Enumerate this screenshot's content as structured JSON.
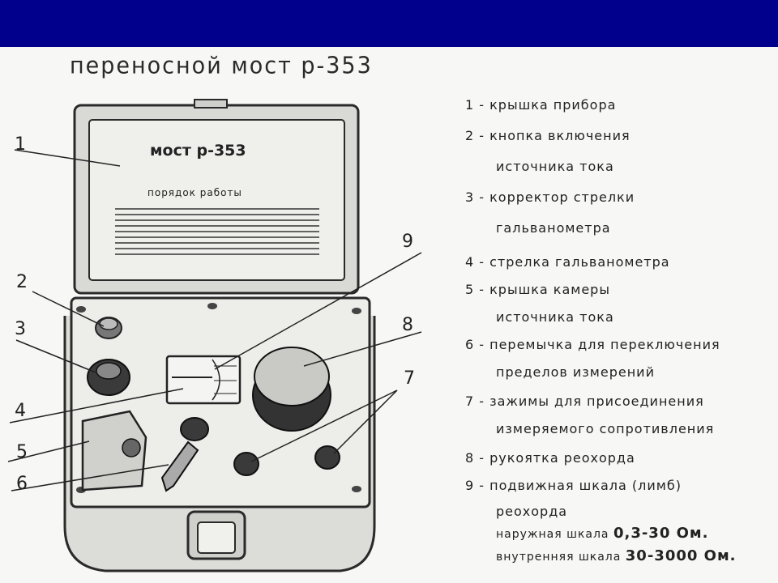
{
  "title": "переносной мост р-353",
  "lid": {
    "name": "мост р-353",
    "instructions": "порядок работы"
  },
  "callouts": [
    "1",
    "2",
    "3",
    "4",
    "5",
    "6",
    "7",
    "8",
    "9"
  ],
  "legend": [
    {
      "line": "1 - крышка прибора"
    },
    {
      "line": "2 - кнопка включения",
      "cont": "источника тока"
    },
    {
      "line": "3 - корректор стрелки",
      "cont": "гальванометра"
    },
    {
      "line": "4 - стрелка гальванометра"
    },
    {
      "line": "5 - крышка камеры",
      "cont": "источника тока"
    },
    {
      "line": "6 - перемычка для переключения",
      "cont": "пределов измерений"
    },
    {
      "line": "7 - зажимы для присоединения",
      "cont": "измеряемого сопротивления"
    },
    {
      "line": "8 - рукоятка реохорда"
    },
    {
      "line": "9 - подвижная шкала (лимб)",
      "cont": "реохорда"
    }
  ],
  "scales": {
    "outer_label": "наружная шкала",
    "outer_value": "0,3-30 Ом.",
    "inner_label": "внутренняя шкала",
    "inner_value": "30-3000 Ом."
  }
}
